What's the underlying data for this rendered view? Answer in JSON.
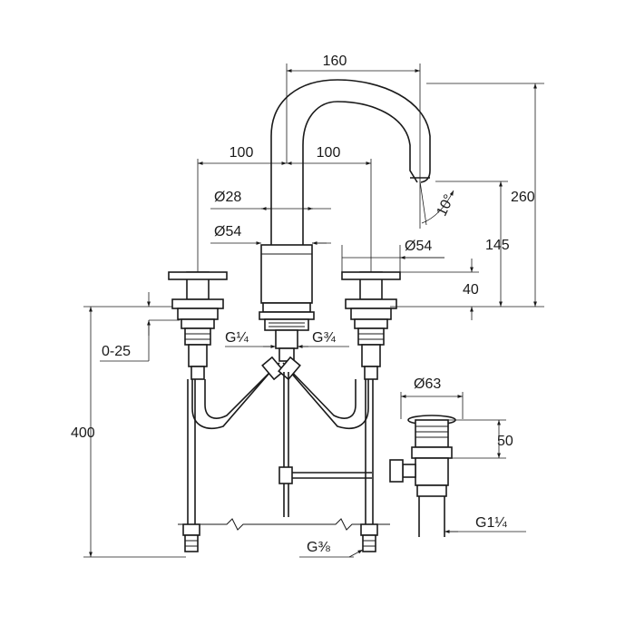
{
  "drawing": {
    "labels": {
      "width_spout": "160",
      "spacing_left": "100",
      "spacing_right": "100",
      "diameter_body_small": "Ø28",
      "diameter_body_large": "Ø54",
      "diameter_handle": "Ø54",
      "angle": "10°",
      "height_total": "260",
      "height_outlet": "145",
      "height_handle": "40",
      "range": "0-25",
      "depth": "400",
      "thread_left": "G¼",
      "thread_right": "G¾",
      "diameter_drain": "Ø63",
      "drain_height": "50",
      "thread_drain": "G1¼",
      "thread_supply": "G⅜"
    }
  }
}
